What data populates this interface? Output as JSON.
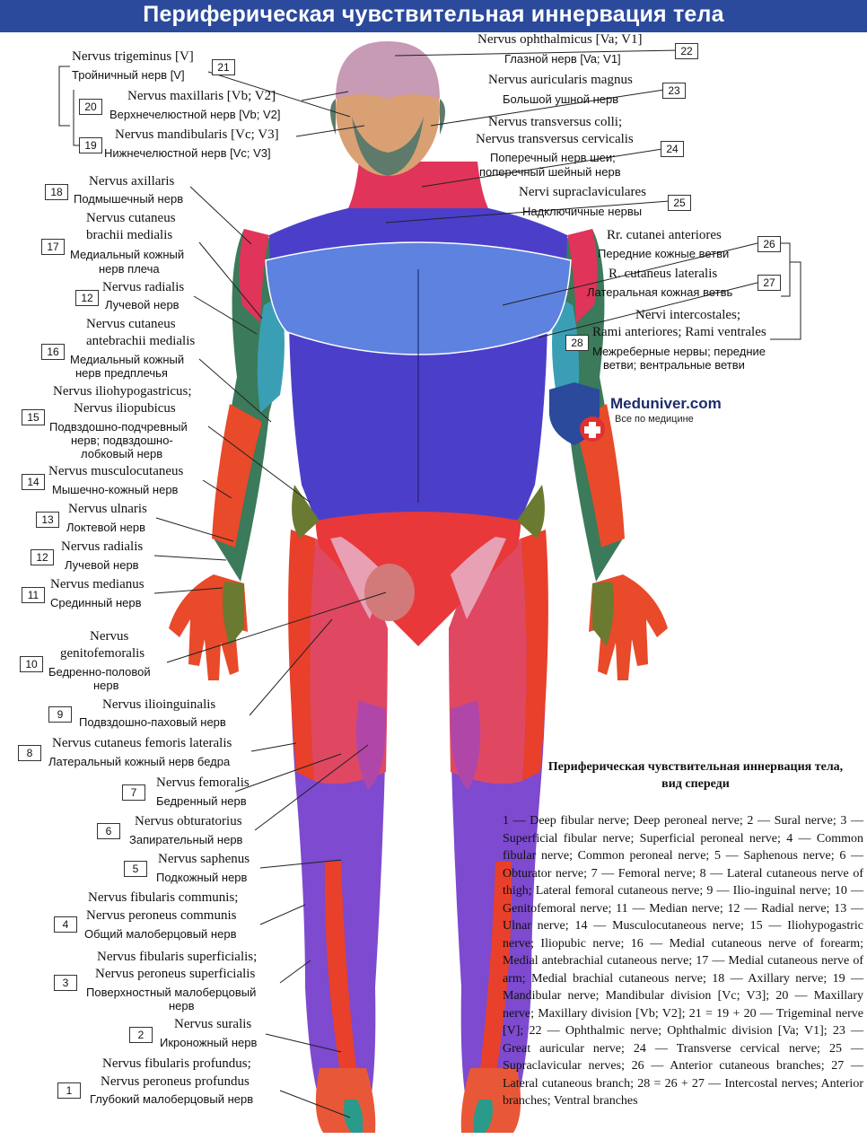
{
  "title": "Периферическая чувствительная иннервация тела",
  "logo": {
    "name": "Meduniver.com",
    "tagline": "Все по медицине",
    "icon": "medical-cross-shield-icon"
  },
  "caption_title": "Периферическая чувствительная иннервация тела, вид спереди",
  "caption": "1 — Deep fibular nerve; Deep peroneal nerve; 2 — Sural nerve; 3 — Superficial fibular nerve; Superficial peroneal nerve; 4 — Common fibular nerve; Common peroneal nerve; 5 — Saphenous nerve; 6 — Obturator nerve; 7 — Femoral nerve; 8 — Lateral cutaneous nerve of thigh; Lateral femoral cutaneous nerve; 9 — Ilio-inguinal nerve; 10 — Genitofemoral nerve; 11 — Median nerve; 12 — Radial nerve; 13 — Ulnar nerve; 14 — Musculocutaneous nerve; 15 — Iliohypogastric nerve; Iliopubic nerve; 16 — Medial cutaneous nerve of forearm; Medial antebrachial cutaneous nerve; 17 — Medial cutaneous nerve of arm; Medial brachial cutaneous nerve; 18 — Axillary nerve; 19 — Mandibular nerve; Mandibular division [Vc; V3]; 20 — Maxillary nerve; Maxillary division [Vb; V2]; 21 = 19 + 20 — Trigeminal nerve [V]; 22 — Ophthalmic nerve; Ophthalmic division [Va; V1]; 23 — Great auricular nerve; 24 — Transverse cervical nerve; 25 — Supraclavicular nerves; 26 — Anterior cutaneous branches; 27 — Lateral cutaneous branch; 28 = 26 + 27 — Intercostal nerves; Anterior branches; Ventral branches",
  "left_labels": [
    {
      "num": "21",
      "latin": [
        "Nervus trigeminus [V]"
      ],
      "russian": [
        "Тройничный нерв [V]"
      ]
    },
    {
      "num": "20",
      "latin": [
        "Nervus maxillaris [Vb; V2]"
      ],
      "russian": [
        "Верхнечелюстной нерв [Vb; V2]"
      ]
    },
    {
      "num": "19",
      "latin": [
        "Nervus mandibularis [Vc; V3]"
      ],
      "russian": [
        "Нижнечелюстной нерв [Vc; V3]"
      ]
    },
    {
      "num": "18",
      "latin": [
        "Nervus axillaris"
      ],
      "russian": [
        "Подмышечный нерв"
      ]
    },
    {
      "num": "17",
      "latin": [
        "Nervus cutaneus",
        "brachii medialis"
      ],
      "russian": [
        "Медиальный кожный",
        "нерв плеча"
      ]
    },
    {
      "num": "12",
      "latin": [
        "Nervus radialis"
      ],
      "russian": [
        "Лучевой нерв"
      ]
    },
    {
      "num": "16",
      "latin": [
        "Nervus cutaneus",
        "antebrachii medialis"
      ],
      "russian": [
        "Медиальный кожный",
        "нерв предплечья"
      ]
    },
    {
      "num": "15",
      "latin": [
        "Nervus iliohypogastricus;",
        "Nervus iliopubicus"
      ],
      "russian": [
        "Подвздошно-подчревный",
        "нерв; подвздошно-",
        "лобковый нерв"
      ]
    },
    {
      "num": "14",
      "latin": [
        "Nervus musculocutaneus"
      ],
      "russian": [
        "Мышечно-кожный нерв"
      ]
    },
    {
      "num": "13",
      "latin": [
        "Nervus ulnaris"
      ],
      "russian": [
        "Локтевой нерв"
      ]
    },
    {
      "num": "12",
      "latin": [
        "Nervus radialis"
      ],
      "russian": [
        "Лучевой нерв"
      ]
    },
    {
      "num": "11",
      "latin": [
        "Nervus medianus"
      ],
      "russian": [
        "Срединный нерв"
      ]
    },
    {
      "num": "10",
      "latin": [
        "Nervus",
        "genitofemoralis"
      ],
      "russian": [
        "Бедренно-половой",
        "нерв"
      ]
    },
    {
      "num": "9",
      "latin": [
        "Nervus ilioinguinalis"
      ],
      "russian": [
        "Подвздошно-паховый нерв"
      ]
    },
    {
      "num": "8",
      "latin": [
        "Nervus cutaneus femoris lateralis"
      ],
      "russian": [
        "Латеральный кожный нерв бедра"
      ]
    },
    {
      "num": "7",
      "latin": [
        "Nervus femoralis"
      ],
      "russian": [
        "Бедренный нерв"
      ]
    },
    {
      "num": "6",
      "latin": [
        "Nervus obturatorius"
      ],
      "russian": [
        "Запирательный нерв"
      ]
    },
    {
      "num": "5",
      "latin": [
        "Nervus saphenus"
      ],
      "russian": [
        "Подкожный нерв"
      ]
    },
    {
      "num": "4",
      "latin": [
        "Nervus fibularis communis;",
        "Nervus peroneus communis"
      ],
      "russian": [
        "Общий малоберцовый нерв"
      ]
    },
    {
      "num": "3",
      "latin": [
        "Nervus fibularis superficialis;",
        "Nervus peroneus superficialis"
      ],
      "russian": [
        "Поверхностный малоберцовый",
        "нерв"
      ]
    },
    {
      "num": "2",
      "latin": [
        "Nervus suralis"
      ],
      "russian": [
        "Икроножный нерв"
      ]
    },
    {
      "num": "1",
      "latin": [
        "Nervus fibularis profundus;",
        "Nervus peroneus profundus"
      ],
      "russian": [
        "Глубокий малоберцовый нерв"
      ]
    }
  ],
  "right_labels": [
    {
      "num": "22",
      "latin": [
        "Nervus ophthalmicus [Va; V1]"
      ],
      "russian": [
        "Глазной нерв [Va; V1]"
      ]
    },
    {
      "num": "23",
      "latin": [
        "Nervus auricularis magnus"
      ],
      "russian": [
        "Большой ушной нерв"
      ]
    },
    {
      "num": "24",
      "latin": [
        "Nervus transversus colli;",
        "Nervus transversus cervicalis"
      ],
      "russian": [
        "Поперечный нерв шеи;",
        "поперечный шейный нерв"
      ]
    },
    {
      "num": "25",
      "latin": [
        "Nervi supraclaviculares"
      ],
      "russian": [
        "Надключичные нервы"
      ]
    },
    {
      "num": "26",
      "latin": [
        "Rr. cutanei anteriores"
      ],
      "russian": [
        "Передние кожные ветви"
      ]
    },
    {
      "num": "27",
      "latin": [
        "R. cutaneus lateralis"
      ],
      "russian": [
        "Латеральная кожная ветвь"
      ]
    },
    {
      "num": "28",
      "latin": [
        "Nervi intercostales;",
        "Rami anteriores; Rami ventrales"
      ],
      "russian": [
        "Межреберные нервы; передние",
        "ветви; вентральные ветви"
      ]
    }
  ],
  "colors": {
    "banner": "#2b4a9c",
    "forehead": "#c79ab5",
    "face": "#d9a073",
    "jaw": "#5d7a6a",
    "neck": "#e0345a",
    "trunk": "#4b3fc9",
    "chest": "#5e82e0",
    "arm_red": "#e84a2a",
    "arm_green": "#3b7a5a",
    "arm_teal": "#3a9fb5",
    "pelvis": "#e8383a",
    "thigh": "#e04862",
    "leg": "#7d4ad0",
    "shin": "#e8402a",
    "feet": "#e85838",
    "toes": "#2a9a8a"
  }
}
